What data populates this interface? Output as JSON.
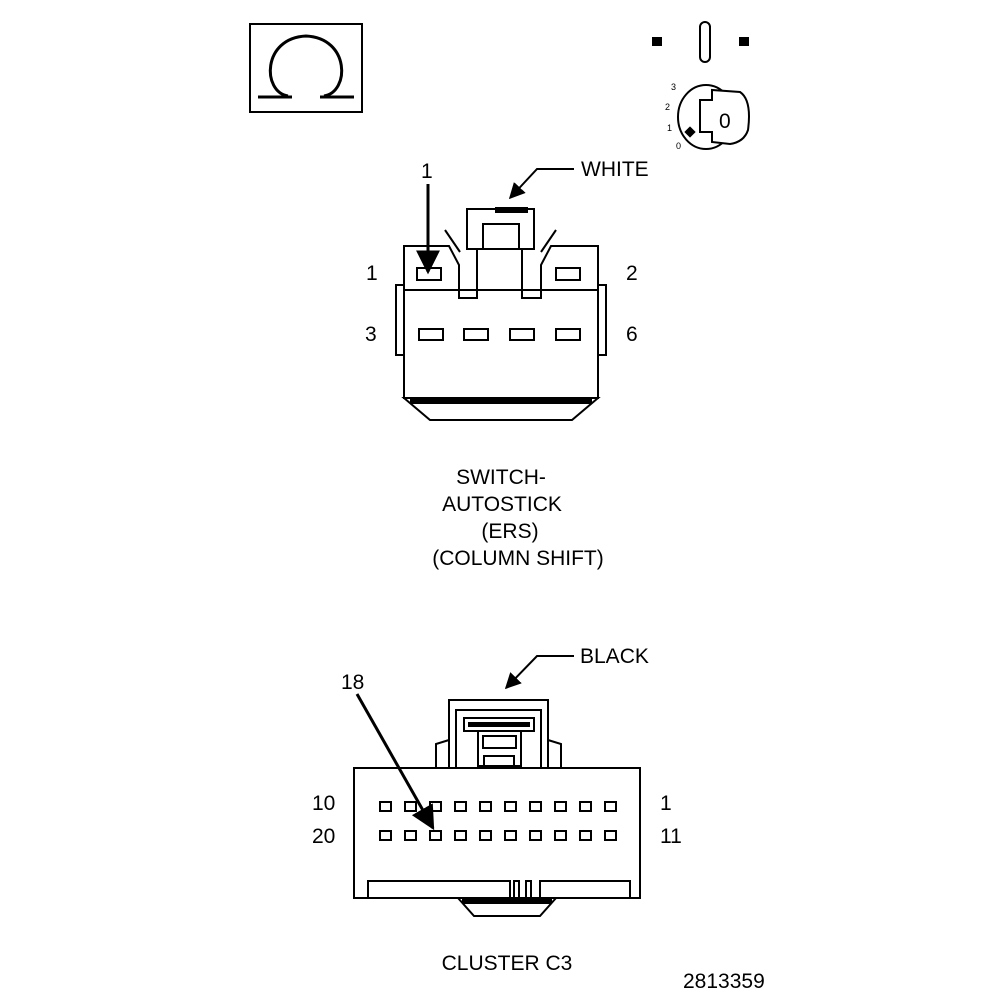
{
  "top_icon": {
    "name": "omega-in-box-icon"
  },
  "ignition_icon": {
    "name": "ignition-key-icon",
    "positions": [
      "3",
      "2",
      "1",
      "0"
    ],
    "key_label": "0"
  },
  "connector_top": {
    "color_label": "WHITE",
    "callout_pin": "1",
    "pins": {
      "top_left": "1",
      "top_right": "2",
      "bottom_left": "3",
      "bottom_right": "6"
    },
    "caption": [
      "SWITCH-",
      "AUTOSTICK",
      "(ERS)",
      "(COLUMN SHIFT)"
    ]
  },
  "connector_bottom": {
    "color_label": "BLACK",
    "callout_pin": "18",
    "pins": {
      "row1_left": "10",
      "row1_right": "1",
      "row2_left": "20",
      "row2_right": "11"
    },
    "caption": "CLUSTER C3"
  },
  "figure_id": "2813359"
}
